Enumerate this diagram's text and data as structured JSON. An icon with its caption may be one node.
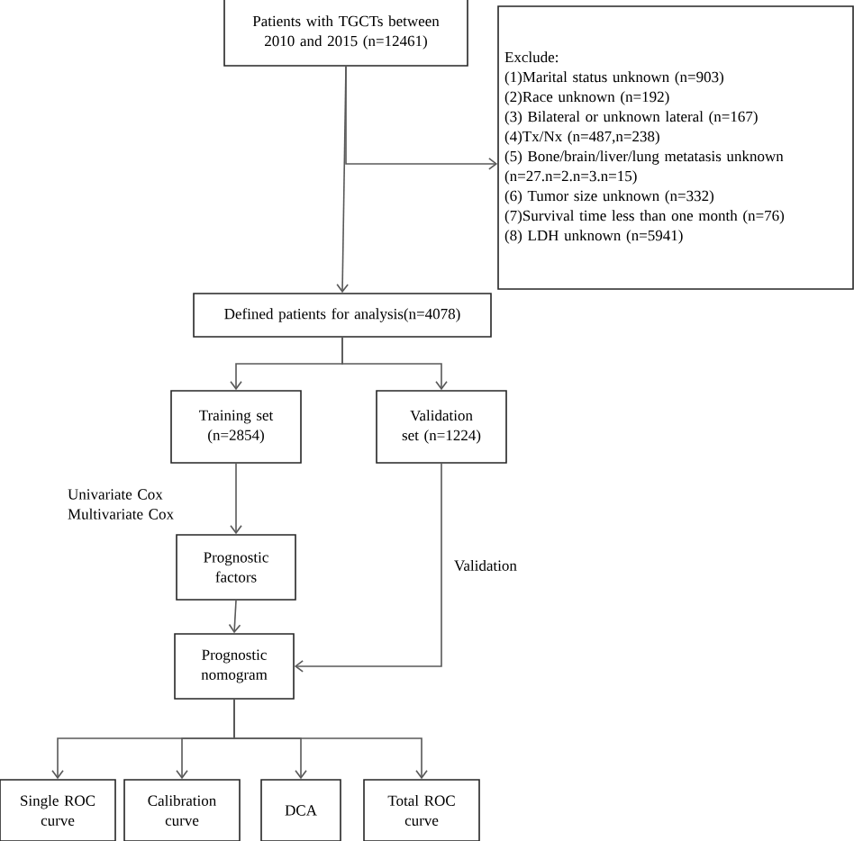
{
  "diagram": {
    "nodes": [
      {
        "text": [
          "Patients with TGCTs between 2010 and 2015 (n=12461)"
        ]
      },
      {
        "text": [
          "Exclude:",
          "(1)Marital status unknown (n=903)",
          "(2)Race unknown (n=192)",
          "(3) Bilateral or unknown lateral (n=167)",
          "(4)Tx/Nx (n=487,n=238)",
          "(5) Bone/brain/liver/lung metatasis unknown (n=27.n=2.n=3.n=15)",
          "(6) Tumor size unknown (n=332)",
          "(7)Survival time less than one month (n=76)",
          "(8) LDH unknown (n=5941)"
        ]
      },
      {
        "text": [
          "Defined patients for analysis(n=4078)"
        ]
      },
      {
        "text": [
          "Training set (n=2854)"
        ]
      },
      {
        "text": [
          "Validation set (n=1224)"
        ]
      },
      {
        "text": [
          "Prognostic factors"
        ]
      },
      {
        "text": [
          "Prognostic nomogram"
        ]
      },
      {
        "text": [
          "Single ROC curve"
        ]
      },
      {
        "text": [
          "Calibration curve"
        ]
      },
      {
        "text": [
          "DCA"
        ]
      },
      {
        "text": [
          "Total ROC curve"
        ]
      }
    ],
    "edges": [
      {
        "from": 0,
        "to": 2,
        "arrow": "to"
      },
      {
        "from": 0,
        "to": 1,
        "arrow": "to"
      },
      {
        "from": 2,
        "to": 3,
        "arrow": "to"
      },
      {
        "from": 2,
        "to": 4,
        "arrow": "to"
      },
      {
        "from": 3,
        "to": 5,
        "arrow": "to",
        "label": "Univariate Cox Multivariate Cox"
      },
      {
        "from": 5,
        "to": 6,
        "arrow": "to"
      },
      {
        "from": 4,
        "to": 6,
        "arrow": "to",
        "label": "Validation"
      },
      {
        "from": 6,
        "to": 7,
        "arrow": "to"
      },
      {
        "from": 6,
        "to": 8,
        "arrow": "to"
      },
      {
        "from": 6,
        "to": 9,
        "arrow": "to"
      },
      {
        "from": 6,
        "to": 10,
        "arrow": "to"
      }
    ]
  }
}
